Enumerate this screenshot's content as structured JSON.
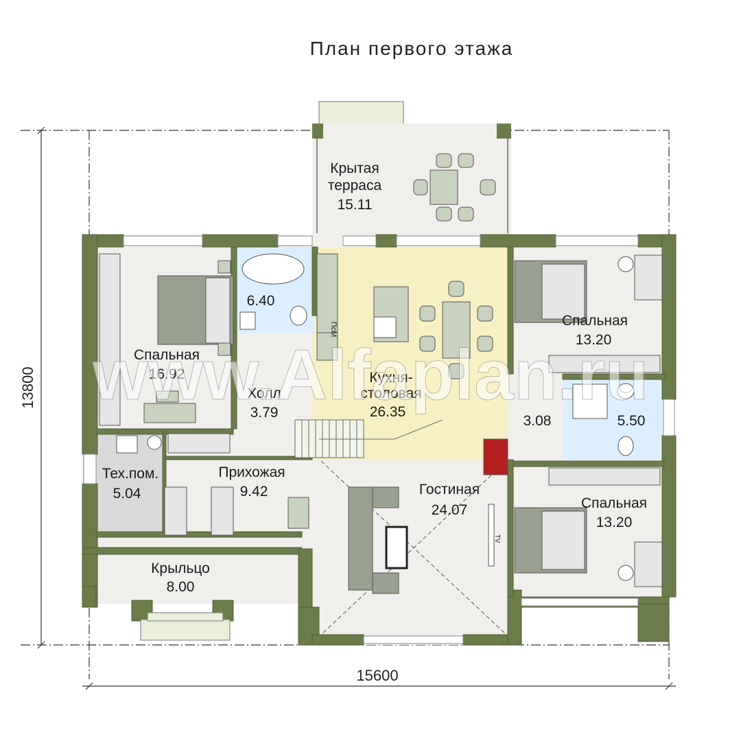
{
  "plan_title": "План первого этажа",
  "dimensions": {
    "width": "15600",
    "height": "13800"
  },
  "watermark": "www.Alfaplan.ru",
  "rooms": [
    {
      "id": "terrace",
      "name": "Крытая",
      "name2": "терраса",
      "area": "15.11"
    },
    {
      "id": "bedroom-left",
      "name": "Спальная",
      "area": "16.92"
    },
    {
      "id": "bathroom-top",
      "name": "",
      "area": "6.40"
    },
    {
      "id": "kitchen",
      "name": "Кухня-",
      "name2": "столовая",
      "area": "26.35"
    },
    {
      "id": "bedroom-top-right",
      "name": "Спальная",
      "area": "13.20"
    },
    {
      "id": "hall",
      "name": "Холл",
      "area": "3.79"
    },
    {
      "id": "corridor",
      "name": "",
      "area": "3.08"
    },
    {
      "id": "bathroom-right",
      "name": "",
      "area": "5.50"
    },
    {
      "id": "tech",
      "name": "Тех.пом.",
      "area": "5.04"
    },
    {
      "id": "entrance-hall",
      "name": "Прихожая",
      "area": "9.42"
    },
    {
      "id": "living",
      "name": "Гостиная",
      "area": "24.07"
    },
    {
      "id": "bedroom-bottom-right",
      "name": "Спальная",
      "area": "13.20"
    },
    {
      "id": "porch",
      "name": "Крыльцо",
      "area": "8.00"
    }
  ],
  "fixture_labels": {
    "dishwasher": "ПсМ",
    "tv": "TV"
  },
  "colors": {
    "wall": "#6b7c4a",
    "wall_dark": "#4f5e36",
    "floor_default": "#f1efec",
    "floor_kitchen": "#f6f0c4",
    "floor_bath": "#dcefff",
    "floor_tech": "#d9d9d9",
    "furniture": "#c9d1bf",
    "sofa": "#9aa08f"
  }
}
